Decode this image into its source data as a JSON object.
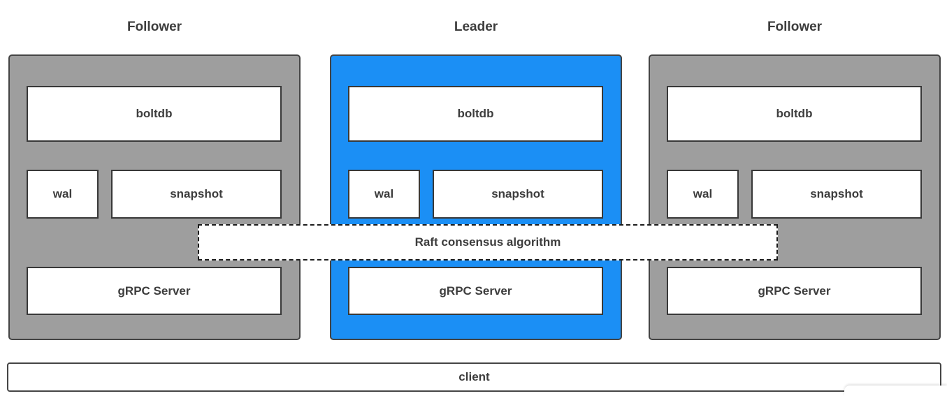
{
  "diagram": {
    "nodes": [
      {
        "title": "Follower",
        "role": "follower",
        "components": {
          "boltdb": "boltdb",
          "wal": "wal",
          "snapshot": "snapshot",
          "grpc": "gRPC Server"
        }
      },
      {
        "title": "Leader",
        "role": "leader",
        "components": {
          "boltdb": "boltdb",
          "wal": "wal",
          "snapshot": "snapshot",
          "grpc": "gRPC Server"
        }
      },
      {
        "title": "Follower",
        "role": "follower",
        "components": {
          "boltdb": "boltdb",
          "wal": "wal",
          "snapshot": "snapshot",
          "grpc": "gRPC Server"
        }
      }
    ],
    "raft": {
      "label": "Raft consensus algorithm"
    },
    "client": {
      "label": "client"
    },
    "colors": {
      "follower_fill": "#9e9e9e",
      "leader_fill": "#1b8ff5",
      "node_border": "#454545",
      "box_border": "#383838",
      "text": "#3d3d3d"
    }
  }
}
